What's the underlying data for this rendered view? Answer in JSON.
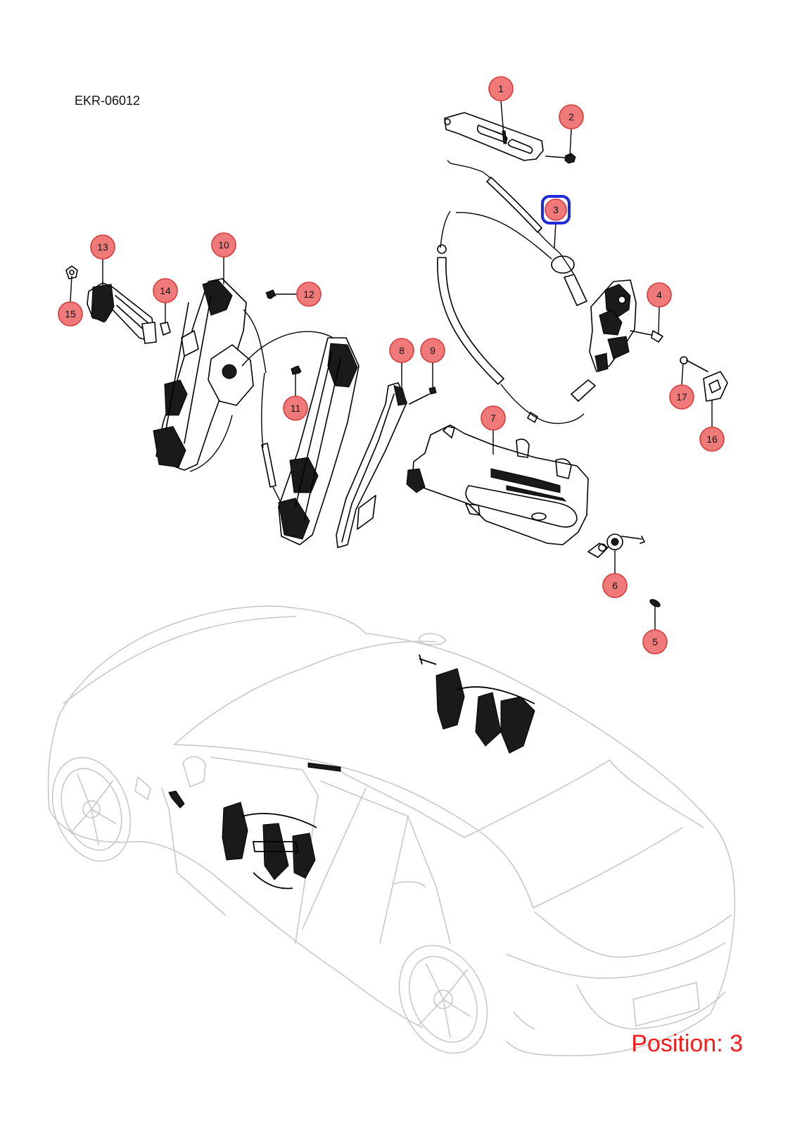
{
  "diagram_code": "EKR-06012",
  "position_label": "Position: 3",
  "highlight_color": "#1f2bd6",
  "callout_color": "#f07a7a",
  "position_color": "#ff1a1a",
  "selected_callout": "3",
  "callouts": [
    "1",
    "2",
    "3",
    "4",
    "5",
    "6",
    "7",
    "8",
    "9",
    "10",
    "11",
    "12",
    "13",
    "14",
    "15",
    "16",
    "17"
  ]
}
